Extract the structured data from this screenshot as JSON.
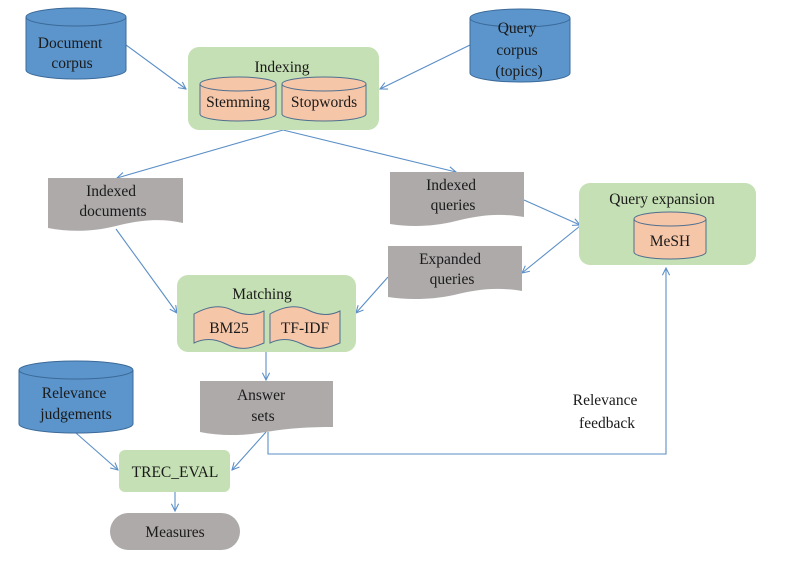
{
  "diagram": {
    "colors": {
      "database_blue": "#5b95cc",
      "database_blue_stroke": "#3c6a98",
      "process_green": "#c5e0b4",
      "inner_salmon": "#f6c6a8",
      "inner_stroke": "#4f6f8f",
      "document_gray": "#aeaaaa",
      "edge_blue": "#5b8fc7"
    },
    "nodes": {
      "document_corpus": {
        "lines": [
          "Document",
          "corpus"
        ]
      },
      "query_corpus": {
        "lines": [
          "Query",
          "corpus",
          "(topics)"
        ]
      },
      "indexing": {
        "title": "Indexing",
        "items": [
          "Stemming",
          "Stopwords"
        ]
      },
      "indexed_documents": {
        "lines": [
          "Indexed",
          "documents"
        ]
      },
      "indexed_queries": {
        "lines": [
          "Indexed",
          "queries"
        ]
      },
      "query_expansion": {
        "title": "Query expansion",
        "items": [
          "MeSH"
        ]
      },
      "expanded_queries": {
        "lines": [
          "Expanded",
          "queries"
        ]
      },
      "matching": {
        "title": "Matching",
        "items": [
          "BM25",
          "TF-IDF"
        ]
      },
      "relevance_judgements": {
        "lines": [
          "Relevance",
          "judgements"
        ]
      },
      "answer_sets": {
        "lines": [
          "Answer",
          "sets"
        ]
      },
      "trec_eval": {
        "title": "TREC_EVAL"
      },
      "measures": {
        "title": "Measures"
      }
    },
    "edge_labels": {
      "relevance_feedback": [
        "Relevance",
        "feedback"
      ]
    },
    "edges": [
      {
        "from": "document_corpus",
        "to": "indexing"
      },
      {
        "from": "query_corpus",
        "to": "indexing"
      },
      {
        "from": "indexing",
        "to": "indexed_documents"
      },
      {
        "from": "indexing",
        "to": "indexed_queries"
      },
      {
        "from": "indexed_queries",
        "to": "query_expansion"
      },
      {
        "from": "query_expansion",
        "to": "expanded_queries"
      },
      {
        "from": "indexed_documents",
        "to": "matching"
      },
      {
        "from": "expanded_queries",
        "to": "matching"
      },
      {
        "from": "matching",
        "to": "answer_sets"
      },
      {
        "from": "relevance_judgements",
        "to": "trec_eval"
      },
      {
        "from": "answer_sets",
        "to": "trec_eval"
      },
      {
        "from": "answer_sets",
        "to": "query_expansion",
        "label": "relevance_feedback"
      },
      {
        "from": "trec_eval",
        "to": "measures"
      }
    ]
  }
}
